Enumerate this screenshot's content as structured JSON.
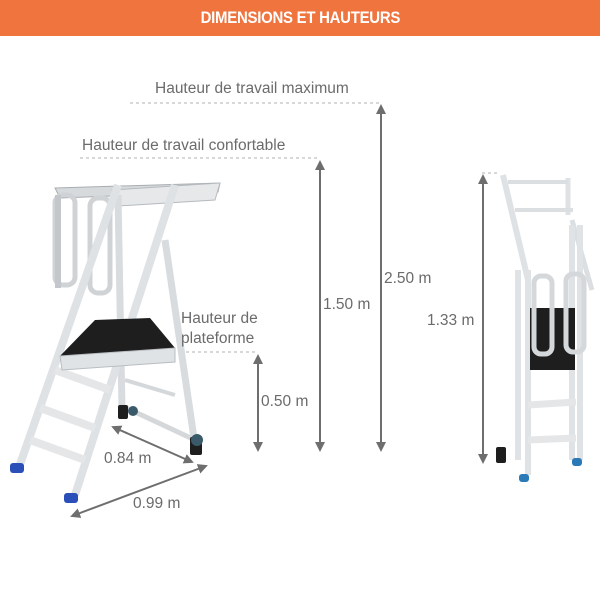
{
  "header": {
    "title": "DIMENSIONS ET HAUTEURS",
    "color": "#ef743e"
  },
  "labels": {
    "max_work_height": "Hauteur de travail maximum",
    "comfort_work_height": "Hauteur de travail confortable",
    "platform_height_line1": "Hauteur de",
    "platform_height_line2": "plateforme"
  },
  "dimensions": {
    "platform_height": "0.50 m",
    "comfort_height": "1.50 m",
    "max_height": "2.50 m",
    "folded_height": "1.33 m",
    "depth": "0.84 m",
    "diagonal_width": "0.99 m"
  },
  "colors": {
    "arrow": "#6e6e6e",
    "dash": "#b0b0b0",
    "aluminium": "#dcdfe2",
    "foot": "#2a4fb8",
    "platform": "#1e1e1e"
  }
}
